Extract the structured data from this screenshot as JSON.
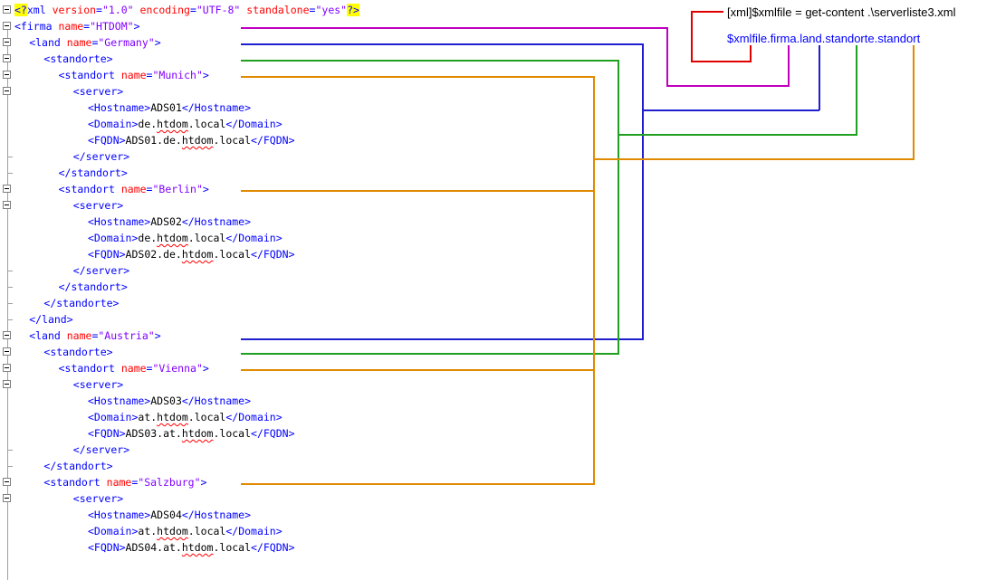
{
  "xml_decl": {
    "open": "<?",
    "name": "xml",
    "attrs": [
      {
        "name": "version",
        "value": "\"1.0\""
      },
      {
        "name": "encoding",
        "value": "\"UTF-8\""
      },
      {
        "name": "standalone",
        "value": "\"yes\""
      }
    ],
    "close": "?>"
  },
  "code_lines": [
    {
      "indent": 0,
      "tokens": [
        {
          "k": "tg",
          "t": "<firma "
        },
        {
          "k": "at",
          "t": "name"
        },
        {
          "k": "tg",
          "t": "="
        },
        {
          "k": "vl",
          "t": "\"HTDOM\""
        },
        {
          "k": "tg",
          "t": ">"
        }
      ]
    },
    {
      "indent": 1,
      "tokens": [
        {
          "k": "tg",
          "t": "<land "
        },
        {
          "k": "at",
          "t": "name"
        },
        {
          "k": "tg",
          "t": "="
        },
        {
          "k": "vl",
          "t": "\"Germany\""
        },
        {
          "k": "tg",
          "t": ">"
        }
      ]
    },
    {
      "indent": 2,
      "tokens": [
        {
          "k": "tg",
          "t": "<standorte>"
        }
      ]
    },
    {
      "indent": 3,
      "tokens": [
        {
          "k": "tg",
          "t": "<standort "
        },
        {
          "k": "at",
          "t": "name"
        },
        {
          "k": "tg",
          "t": "="
        },
        {
          "k": "vl",
          "t": "\"Munich\""
        },
        {
          "k": "tg",
          "t": ">"
        }
      ]
    },
    {
      "indent": 4,
      "tokens": [
        {
          "k": "tg",
          "t": "<server>"
        }
      ]
    },
    {
      "indent": 5,
      "tokens": [
        {
          "k": "tg",
          "t": "<Hostname>"
        },
        {
          "k": "tx",
          "t": "ADS01"
        },
        {
          "k": "tg",
          "t": "</Hostname>"
        }
      ]
    },
    {
      "indent": 5,
      "tokens": [
        {
          "k": "tg",
          "t": "<Domain>"
        },
        {
          "k": "tx",
          "t": "de."
        },
        {
          "k": "sq",
          "t": "htdom"
        },
        {
          "k": "tx",
          "t": ".local"
        },
        {
          "k": "tg",
          "t": "</Domain>"
        }
      ]
    },
    {
      "indent": 5,
      "tokens": [
        {
          "k": "tg",
          "t": "<FQDN>"
        },
        {
          "k": "tx",
          "t": "ADS01.de."
        },
        {
          "k": "sq",
          "t": "htdom"
        },
        {
          "k": "tx",
          "t": ".local"
        },
        {
          "k": "tg",
          "t": "</FQDN>"
        }
      ]
    },
    {
      "indent": 4,
      "tokens": [
        {
          "k": "tg",
          "t": "</server>"
        }
      ]
    },
    {
      "indent": 3,
      "tokens": [
        {
          "k": "tg",
          "t": "</standort>"
        }
      ]
    },
    {
      "indent": 3,
      "tokens": [
        {
          "k": "tg",
          "t": "<standort "
        },
        {
          "k": "at",
          "t": "name"
        },
        {
          "k": "tg",
          "t": "="
        },
        {
          "k": "vl",
          "t": "\"Berlin\""
        },
        {
          "k": "tg",
          "t": ">"
        }
      ]
    },
    {
      "indent": 4,
      "tokens": [
        {
          "k": "tg",
          "t": "<server>"
        }
      ]
    },
    {
      "indent": 5,
      "tokens": [
        {
          "k": "tg",
          "t": "<Hostname>"
        },
        {
          "k": "tx",
          "t": "ADS02"
        },
        {
          "k": "tg",
          "t": "</Hostname>"
        }
      ]
    },
    {
      "indent": 5,
      "tokens": [
        {
          "k": "tg",
          "t": "<Domain>"
        },
        {
          "k": "tx",
          "t": "de."
        },
        {
          "k": "sq",
          "t": "htdom"
        },
        {
          "k": "tx",
          "t": ".local"
        },
        {
          "k": "tg",
          "t": "</Domain>"
        }
      ]
    },
    {
      "indent": 5,
      "tokens": [
        {
          "k": "tg",
          "t": "<FQDN>"
        },
        {
          "k": "tx",
          "t": "ADS02.de."
        },
        {
          "k": "sq",
          "t": "htdom"
        },
        {
          "k": "tx",
          "t": ".local"
        },
        {
          "k": "tg",
          "t": "</FQDN>"
        }
      ]
    },
    {
      "indent": 4,
      "tokens": [
        {
          "k": "tg",
          "t": "</server>"
        }
      ]
    },
    {
      "indent": 3,
      "tokens": [
        {
          "k": "tg",
          "t": "</standort>"
        }
      ]
    },
    {
      "indent": 2,
      "tokens": [
        {
          "k": "tg",
          "t": "</standorte>"
        }
      ]
    },
    {
      "indent": 1,
      "tokens": [
        {
          "k": "tg",
          "t": "</land>"
        }
      ]
    },
    {
      "indent": 1,
      "tokens": [
        {
          "k": "tg",
          "t": "<land "
        },
        {
          "k": "at",
          "t": "name"
        },
        {
          "k": "tg",
          "t": "="
        },
        {
          "k": "vl",
          "t": "\"Austria\""
        },
        {
          "k": "tg",
          "t": ">"
        }
      ]
    },
    {
      "indent": 2,
      "tokens": [
        {
          "k": "tg",
          "t": "<standorte>"
        }
      ]
    },
    {
      "indent": 3,
      "tokens": [
        {
          "k": "tg",
          "t": "<standort "
        },
        {
          "k": "at",
          "t": "name"
        },
        {
          "k": "tg",
          "t": "="
        },
        {
          "k": "vl",
          "t": "\"Vienna\""
        },
        {
          "k": "tg",
          "t": ">"
        }
      ]
    },
    {
      "indent": 4,
      "tokens": [
        {
          "k": "tg",
          "t": "<server>"
        }
      ]
    },
    {
      "indent": 5,
      "tokens": [
        {
          "k": "tg",
          "t": "<Hostname>"
        },
        {
          "k": "tx",
          "t": "ADS03"
        },
        {
          "k": "tg",
          "t": "</Hostname>"
        }
      ]
    },
    {
      "indent": 5,
      "tokens": [
        {
          "k": "tg",
          "t": "<Domain>"
        },
        {
          "k": "tx",
          "t": "at."
        },
        {
          "k": "sq",
          "t": "htdom"
        },
        {
          "k": "tx",
          "t": ".local"
        },
        {
          "k": "tg",
          "t": "</Domain>"
        }
      ]
    },
    {
      "indent": 5,
      "tokens": [
        {
          "k": "tg",
          "t": "<FQDN>"
        },
        {
          "k": "tx",
          "t": "ADS03.at."
        },
        {
          "k": "sq",
          "t": "htdom"
        },
        {
          "k": "tx",
          "t": ".local"
        },
        {
          "k": "tg",
          "t": "</FQDN>"
        }
      ]
    },
    {
      "indent": 4,
      "tokens": [
        {
          "k": "tg",
          "t": "</server>"
        }
      ]
    },
    {
      "indent": 2,
      "tokens": [
        {
          "k": "tg",
          "t": "</standort>"
        }
      ]
    },
    {
      "indent": 2,
      "tokens": [
        {
          "k": "tg",
          "t": "<standort "
        },
        {
          "k": "at",
          "t": "name"
        },
        {
          "k": "tg",
          "t": "="
        },
        {
          "k": "vl",
          "t": "\"Salzburg\""
        },
        {
          "k": "tg",
          "t": ">"
        }
      ]
    },
    {
      "indent": 4,
      "tokens": [
        {
          "k": "tg",
          "t": "<server>"
        }
      ]
    },
    {
      "indent": 5,
      "tokens": [
        {
          "k": "tg",
          "t": "<Hostname>"
        },
        {
          "k": "tx",
          "t": "ADS04"
        },
        {
          "k": "tg",
          "t": "</Hostname>"
        }
      ]
    },
    {
      "indent": 5,
      "tokens": [
        {
          "k": "tg",
          "t": "<Domain>"
        },
        {
          "k": "tx",
          "t": "at."
        },
        {
          "k": "sq",
          "t": "htdom"
        },
        {
          "k": "tx",
          "t": ".local"
        },
        {
          "k": "tg",
          "t": "</Domain>"
        }
      ]
    },
    {
      "indent": 5,
      "tokens": [
        {
          "k": "tg",
          "t": "<FQDN>"
        },
        {
          "k": "tx",
          "t": "ADS04.at."
        },
        {
          "k": "sq",
          "t": "htdom"
        },
        {
          "k": "tx",
          "t": ".local"
        },
        {
          "k": "tg",
          "t": "</FQDN>"
        }
      ]
    }
  ],
  "annotations": {
    "command": "[xml]$xmlfile = get-content .\\serverliste3.xml",
    "path": {
      "var": "$xmlfile",
      "segments": [
        ".firma",
        ".land",
        ".standorte",
        ".standort"
      ]
    }
  },
  "colors": {
    "tag": "#0000ff",
    "attribute": "#ff0000",
    "value": "#8000ff",
    "text": "#000000",
    "decl_highlight": "#ffff00",
    "annotation_path": "#0000ff",
    "connector_command": "#e00000",
    "connector_firma": "#c000c0",
    "connector_land": "#1f1fd0",
    "connector_standorte": "#20a020",
    "connector_standort": "#e08a00"
  },
  "icons": {
    "fold_open": "minus-box-icon"
  }
}
